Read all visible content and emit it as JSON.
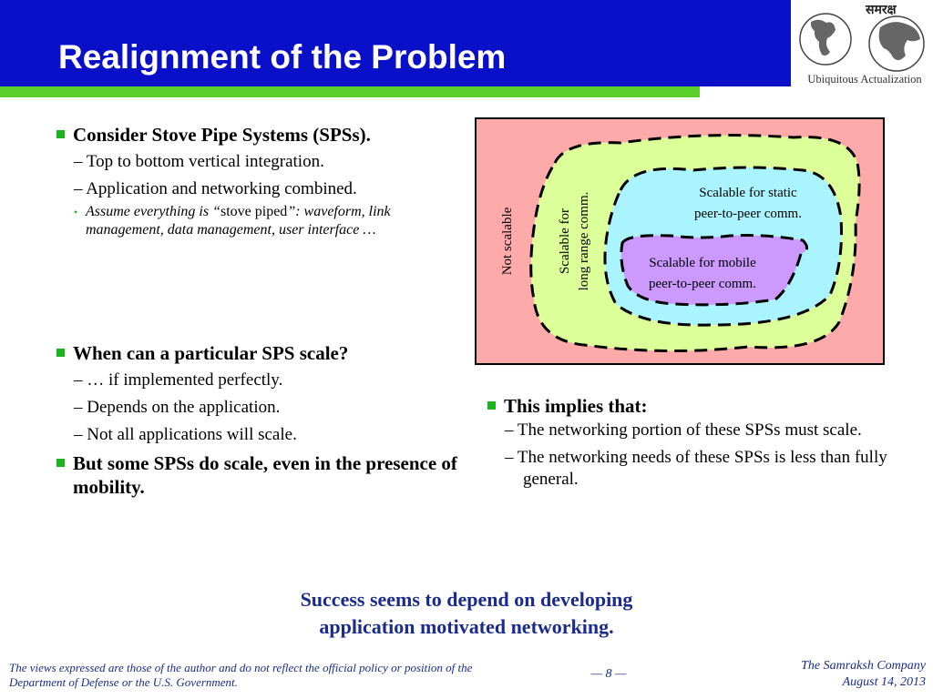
{
  "slide": {
    "title": "Realignment of the Problem",
    "logo": {
      "name": "समरक्ष",
      "subtitle": "Ubiquitous Actualization"
    }
  },
  "left_column": {
    "b1": "Consider Stove Pipe Systems (SPSs).",
    "b1_sub1": "– Top to bottom vertical integration.",
    "b1_sub2": "– Application and networking combined.",
    "b1_sub2_detail": {
      "part1": "Assume everything is “",
      "part2": "stove piped",
      "part3": "”:  waveform, link management, data management, user interface …"
    },
    "b2": "When can a particular SPS scale?",
    "b2_sub1": "– … if implemented perfectly.",
    "b2_sub2": "– Depends on the application.",
    "b2_sub3": "– Not all applications will scale.",
    "b3": "But some SPSs do scale, even in the presence of mobility."
  },
  "diagram": {
    "outer_label": "Not scalable",
    "ring1_label_1": "Scalable for",
    "ring1_label_2": "long range comm.",
    "ring2_label_1": "Scalable for static",
    "ring2_label_2": "peer-to-peer comm.",
    "core_label_1": "Scalable for mobile",
    "core_label_2": "peer-to-peer comm.",
    "colors": {
      "outer": "#ffaaaa",
      "ring1": "#ddff99",
      "ring2": "#aaf4ff",
      "core": "#cc99ff"
    }
  },
  "right_column": {
    "b1": "This implies that:",
    "b1_sub1": "– The networking portion of these SPSs must scale.",
    "b1_sub2": "– The networking needs of these SPSs is less than fully general."
  },
  "conclusion": {
    "line1": "Success seems to depend on developing",
    "line2": "application motivated networking."
  },
  "footer": {
    "disclaimer": "The views expressed are those of the author and do not reflect the official policy or position of the Department of Defense or the U.S. Government.",
    "page": "— 8 —",
    "company": "The Samraksh Company",
    "date": "August 14, 2013"
  },
  "theme": {
    "header_blue": "#0a10c8",
    "accent_green": "#5cd12e",
    "bullet_green": "#19b41e",
    "conclusion_blue": "#1a2b8c"
  }
}
